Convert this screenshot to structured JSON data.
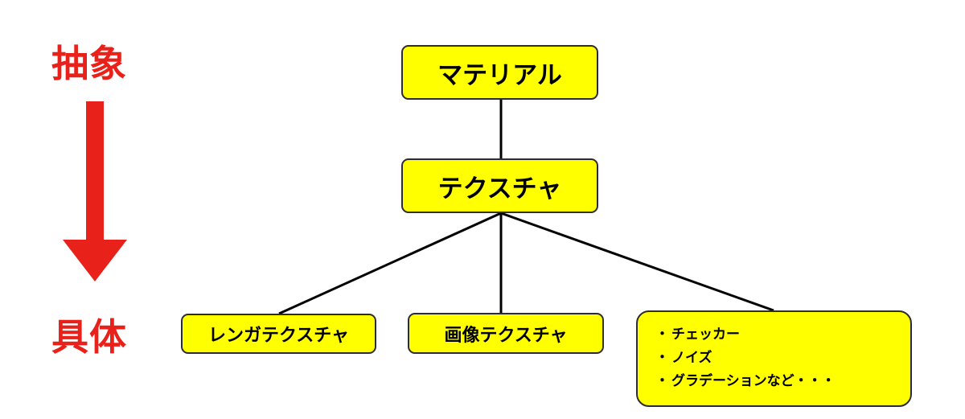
{
  "axis": {
    "top_label": "抽象",
    "bottom_label": "具体",
    "arrow_color": "#e8221b"
  },
  "colors": {
    "node_fill": "#ffff00",
    "node_border": "#2d2d2d",
    "connector": "#000000"
  },
  "nodes": {
    "material": "マテリアル",
    "texture": "テクスチャ",
    "brick_texture": "レンガテクスチャ",
    "image_texture": "画像テクスチャ",
    "others": {
      "bullet": "・",
      "items": [
        "チェッカー",
        "ノイズ",
        "グラデーションなど・・・"
      ]
    }
  }
}
